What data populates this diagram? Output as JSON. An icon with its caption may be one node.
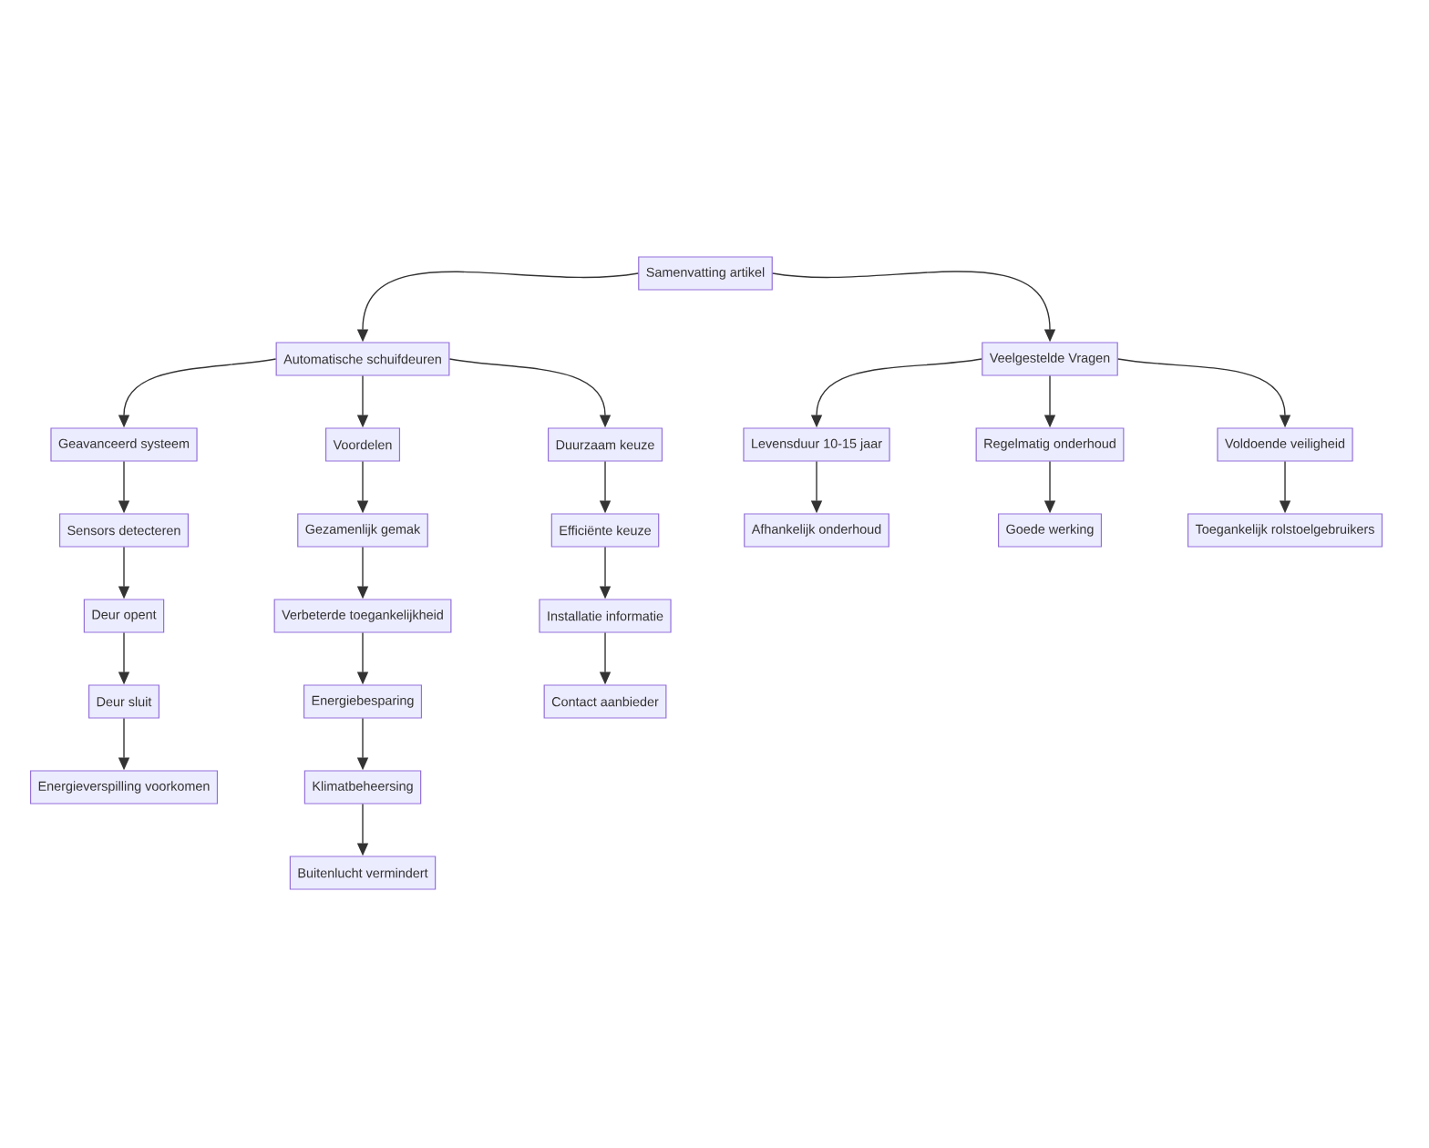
{
  "diagram": {
    "nodes": [
      {
        "text": [
          "Samenvatting artikel"
        ]
      },
      {
        "text": [
          "Automatische schuifdeuren"
        ]
      },
      {
        "text": [
          "Veelgestelde Vragen"
        ]
      },
      {
        "text": [
          "Geavanceerd systeem"
        ]
      },
      {
        "text": [
          "Voordelen"
        ]
      },
      {
        "text": [
          "Duurzaam keuze"
        ]
      },
      {
        "text": [
          "Levensduur 10-15 jaar"
        ]
      },
      {
        "text": [
          "Regelmatig onderhoud"
        ]
      },
      {
        "text": [
          "Voldoende veiligheid"
        ]
      },
      {
        "text": [
          "Sensors detecteren"
        ]
      },
      {
        "text": [
          "Gezamenlijk gemak"
        ]
      },
      {
        "text": [
          "Efficiënte keuze"
        ]
      },
      {
        "text": [
          "Afhankelijk onderhoud"
        ]
      },
      {
        "text": [
          "Goede werking"
        ]
      },
      {
        "text": [
          "Toegankelijk rolstoelgebruikers"
        ]
      },
      {
        "text": [
          "Deur opent"
        ]
      },
      {
        "text": [
          "Verbeterde toegankelijkheid"
        ]
      },
      {
        "text": [
          "Installatie informatie"
        ]
      },
      {
        "text": [
          "Deur sluit"
        ]
      },
      {
        "text": [
          "Energiebesparing"
        ]
      },
      {
        "text": [
          "Contact aanbieder"
        ]
      },
      {
        "text": [
          "Energieverspilling voorkomen"
        ]
      },
      {
        "text": [
          "Klimatbeheersing"
        ]
      },
      {
        "text": [
          "Buitenlucht vermindert"
        ]
      }
    ],
    "edges": [
      {
        "from": 0,
        "to": 1,
        "arrow": "to"
      },
      {
        "from": 0,
        "to": 2,
        "arrow": "to"
      },
      {
        "from": 1,
        "to": 3,
        "arrow": "to"
      },
      {
        "from": 1,
        "to": 4,
        "arrow": "to"
      },
      {
        "from": 1,
        "to": 5,
        "arrow": "to"
      },
      {
        "from": 2,
        "to": 6,
        "arrow": "to"
      },
      {
        "from": 2,
        "to": 7,
        "arrow": "to"
      },
      {
        "from": 2,
        "to": 8,
        "arrow": "to"
      },
      {
        "from": 3,
        "to": 9,
        "arrow": "to"
      },
      {
        "from": 9,
        "to": 15,
        "arrow": "to"
      },
      {
        "from": 15,
        "to": 18,
        "arrow": "to"
      },
      {
        "from": 18,
        "to": 21,
        "arrow": "to"
      },
      {
        "from": 4,
        "to": 10,
        "arrow": "to"
      },
      {
        "from": 10,
        "to": 16,
        "arrow": "to"
      },
      {
        "from": 16,
        "to": 19,
        "arrow": "to"
      },
      {
        "from": 19,
        "to": 22,
        "arrow": "to"
      },
      {
        "from": 22,
        "to": 23,
        "arrow": "to"
      },
      {
        "from": 5,
        "to": 11,
        "arrow": "to"
      },
      {
        "from": 11,
        "to": 17,
        "arrow": "to"
      },
      {
        "from": 17,
        "to": 20,
        "arrow": "to"
      },
      {
        "from": 6,
        "to": 12,
        "arrow": "to"
      },
      {
        "from": 7,
        "to": 13,
        "arrow": "to"
      },
      {
        "from": 8,
        "to": 14,
        "arrow": "to"
      }
    ]
  }
}
